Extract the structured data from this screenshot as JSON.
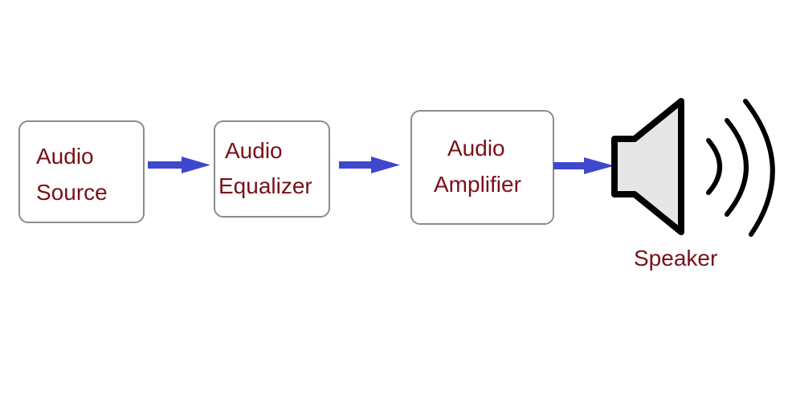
{
  "blocks": [
    {
      "id": "source",
      "line1": "Audio",
      "line2": "Source"
    },
    {
      "id": "equalizer",
      "line1": "Audio",
      "line2": "Equalizer"
    },
    {
      "id": "amplifier",
      "line1": "Audio",
      "line2": "Amplifier"
    }
  ],
  "speaker": {
    "label": "Speaker"
  },
  "colors": {
    "text": "#7b0f1a",
    "arrow": "#3f48cc",
    "border": "#8c8c8c",
    "speaker_fill": "#e6e6e6",
    "speaker_stroke": "#000000"
  },
  "icons": {
    "arrow": "right-arrow-icon",
    "speaker": "speaker-icon"
  }
}
